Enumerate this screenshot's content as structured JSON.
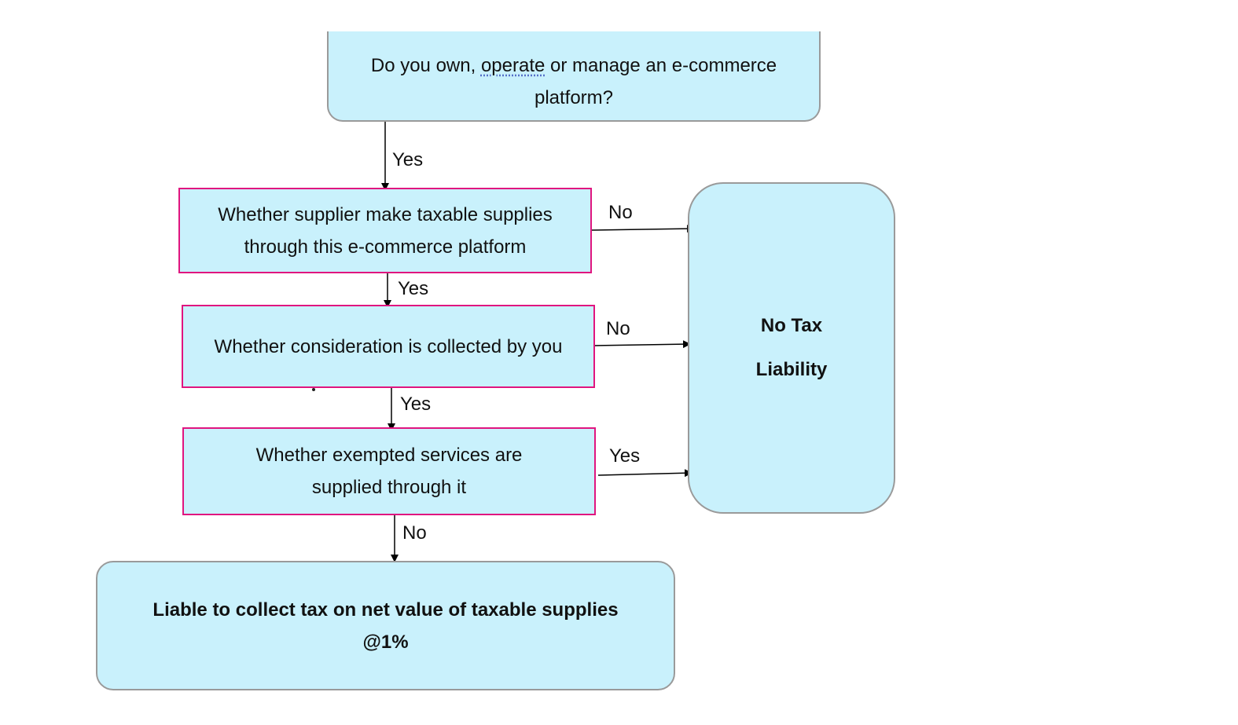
{
  "nodes": {
    "question": {
      "prefix": "Do you own, ",
      "underlined": "operate",
      "suffix": " or manage an e-commerce platform?"
    },
    "taxable_supplies": "Whether supplier make taxable supplies through this e-commerce platform",
    "consideration": "Whether consideration is collected by you",
    "exempted": "Whether exempted services are supplied through it",
    "no_tax": "No Tax Liability",
    "liable": "Liable to collect tax on net value of taxable supplies @1%"
  },
  "edges": {
    "q_to_taxable": "Yes",
    "taxable_to_consideration": "Yes",
    "consideration_to_exempted": "Yes",
    "exempted_to_liable": "No",
    "taxable_to_notax": "No",
    "consideration_to_notax": "No",
    "exempted_to_notax": "Yes"
  },
  "colors": {
    "box_fill": "#c9f1fc",
    "decision_border": "#e0157f",
    "terminal_border": "#9a9a9a"
  }
}
